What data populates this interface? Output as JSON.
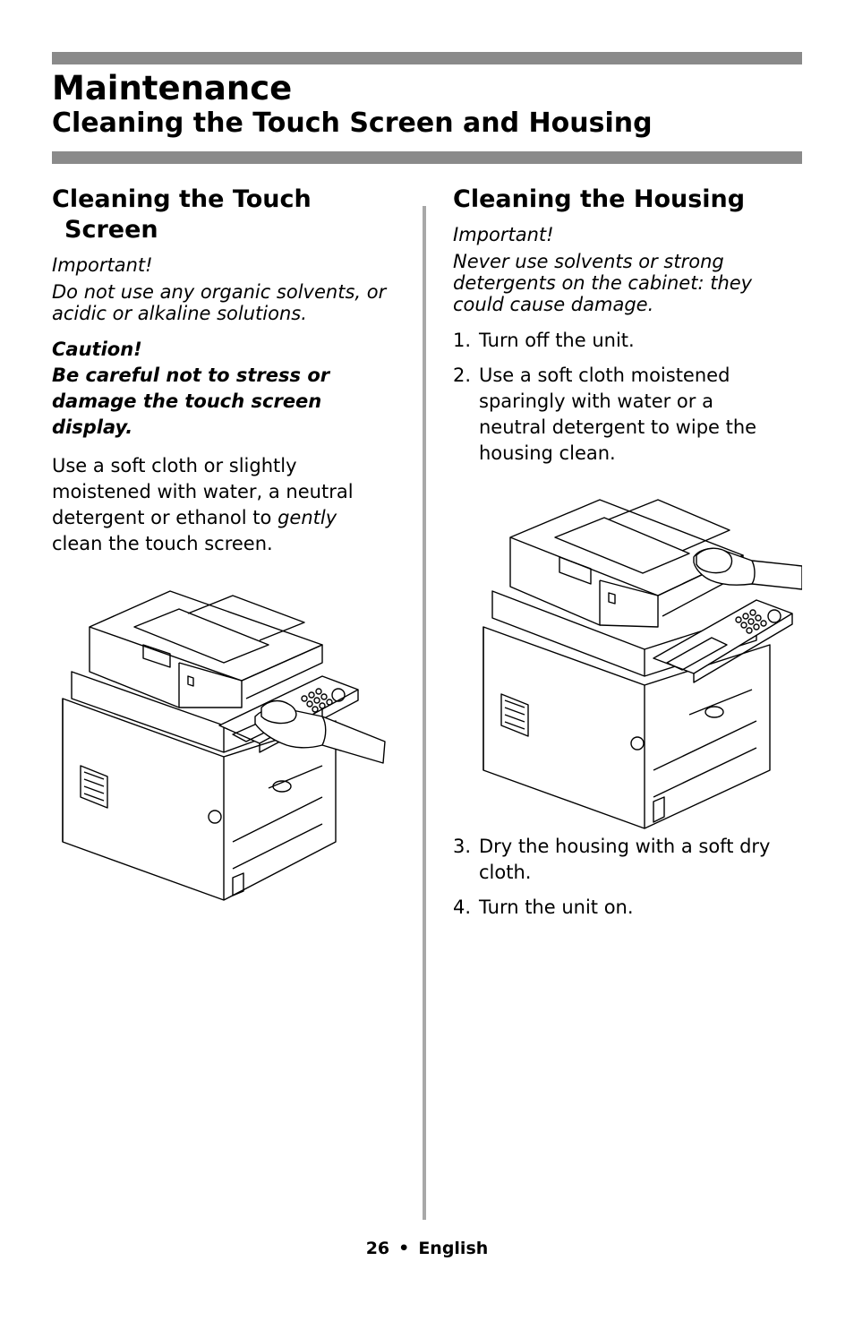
{
  "header": {
    "title": "Maintenance",
    "subtitle": "Cleaning the Touch Screen and Housing"
  },
  "left": {
    "heading_line1": "Cleaning the Touch",
    "heading_line2": "Screen",
    "important_label": "Important!",
    "important_line1": "Do not use any organic solvents, or",
    "important_line2": "acidic or alkaline solutions.",
    "caution_label": "Caution!",
    "caution_line1": "Be careful not to stress or",
    "caution_line2": "damage the touch screen",
    "caution_line3": "display.",
    "body_line1": "Use a soft cloth or slightly",
    "body_line2": "moistened with water, a neutral",
    "body_line3_pre": "detergent or ethanol to ",
    "body_line3_em": "gently",
    "body_line4": "clean the touch screen."
  },
  "right": {
    "heading": "Cleaning the Housing",
    "important_label": "Important!",
    "important_line1": "Never use solvents or strong",
    "important_line2": "detergents on the cabinet: they",
    "important_line3": "could cause damage.",
    "steps_a": [
      {
        "num": "1.",
        "lines": [
          "Turn off the unit."
        ]
      },
      {
        "num": "2.",
        "lines": [
          "Use a soft cloth moistened",
          "sparingly with water or a",
          "neutral detergent to wipe the",
          "housing clean."
        ]
      }
    ],
    "steps_b": [
      {
        "num": "3.",
        "lines": [
          "Dry the housing with a soft dry",
          "cloth."
        ]
      },
      {
        "num": "4.",
        "lines": [
          "Turn the unit on."
        ]
      }
    ]
  },
  "footer": {
    "page": "26",
    "bullet": "•",
    "language": "English"
  },
  "illustrations": {
    "left": "printer-touchscreen-wipe",
    "right": "printer-housing-wipe"
  }
}
